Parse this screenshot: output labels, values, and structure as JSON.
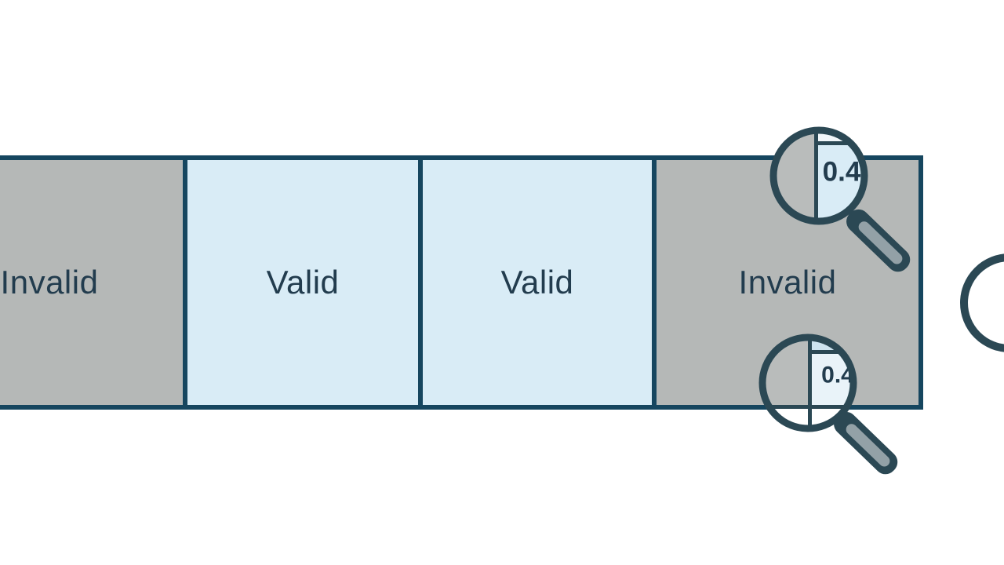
{
  "diagram": {
    "cells": [
      {
        "label": "Invalid",
        "state": "invalid"
      },
      {
        "label": "Valid",
        "state": "valid"
      },
      {
        "label": "Valid",
        "state": "valid"
      },
      {
        "label": "Invalid",
        "state": "invalid"
      }
    ],
    "magnifier_top": {
      "value": "0.4"
    },
    "magnifier_bottom": {
      "value": "0.4"
    },
    "colors": {
      "strip_border": "#16465f",
      "invalid_fill": "#b5b8b7",
      "valid_fill": "#d9ecf6",
      "lens_stroke": "#2b4854",
      "handle_fill": "#93a1a7",
      "label_text": "#223c4e"
    }
  }
}
